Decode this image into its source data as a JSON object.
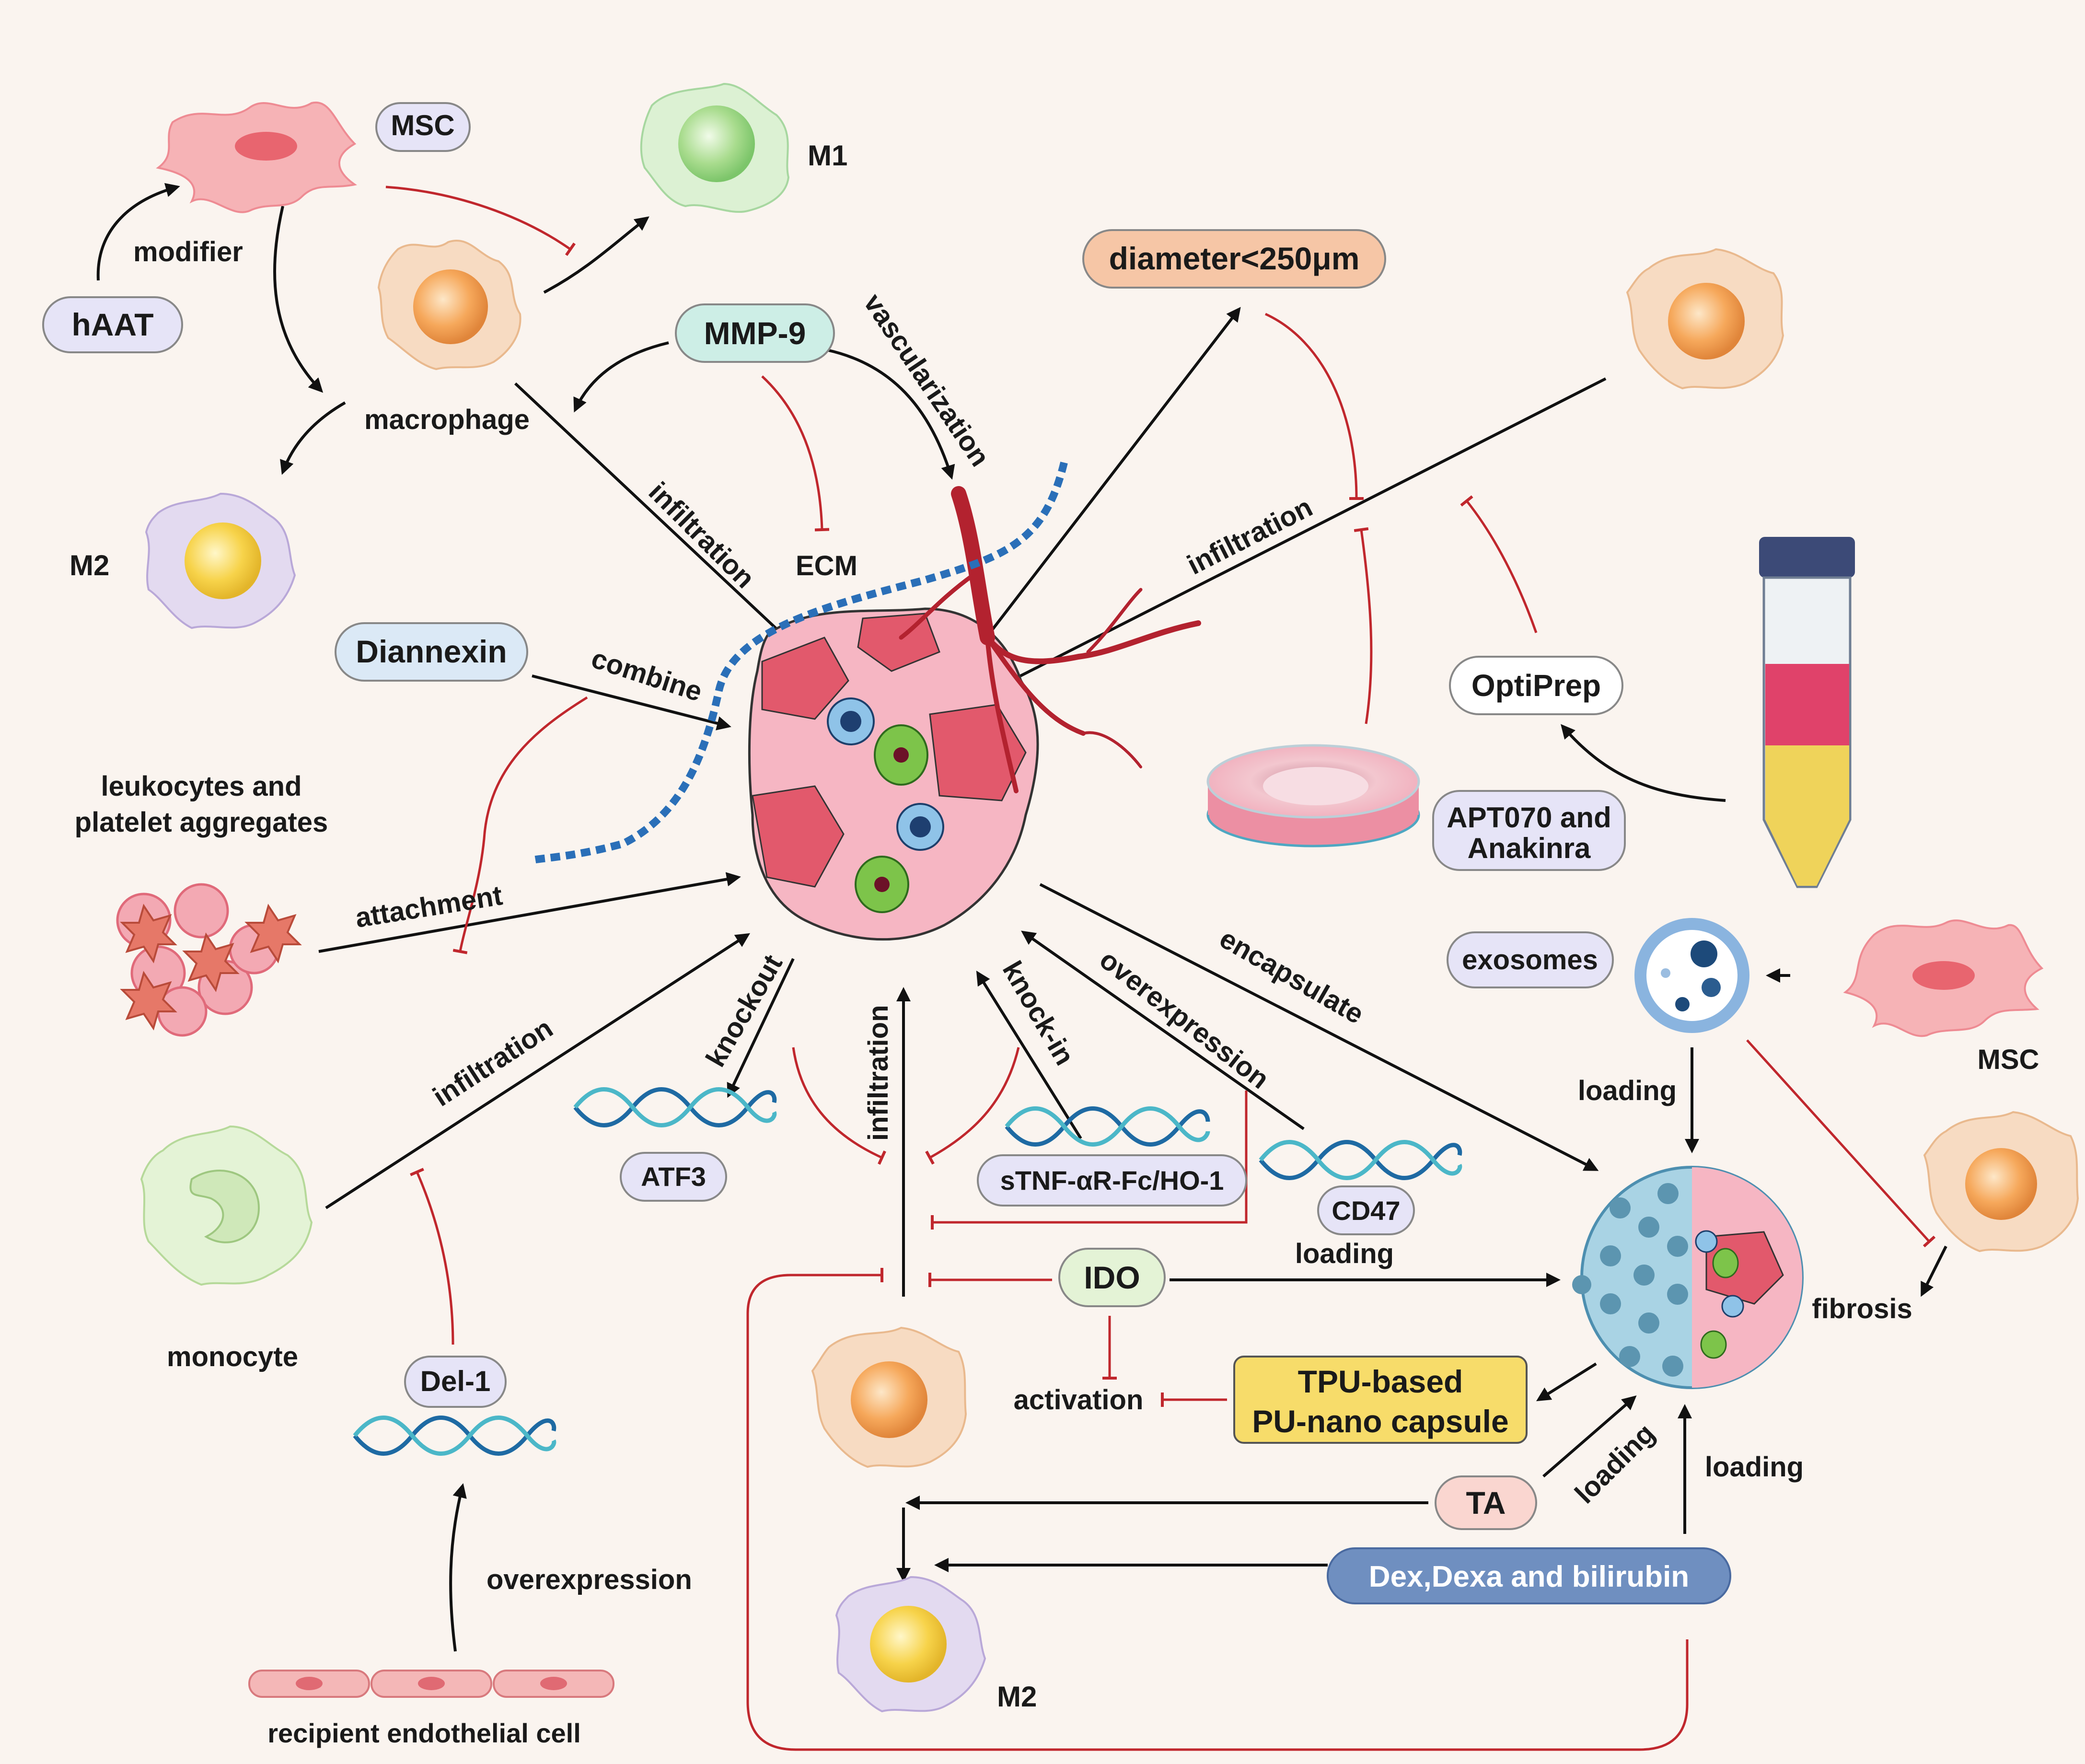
{
  "labels": {
    "modifier": "modifier",
    "macrophage": "macrophage",
    "m1": "M1",
    "m2_top": "M2",
    "m2_bottom": "M2",
    "msc_right": "MSC",
    "infiltration_macrophage": "infiltration",
    "ecm": "ECM",
    "vascularization": "vascularization",
    "combine": "combine",
    "leukocytes_line1": "leukocytes and",
    "leukocytes_line2": "platelet aggregates",
    "attachment": "attachment",
    "infiltration_monocyte": "infiltration",
    "monocyte": "monocyte",
    "overexpression_endothelial": "overexpression",
    "recipient_endothelial": "recipient endothelial cell",
    "knockout": "knockout",
    "infiltration_center": "infiltration",
    "knock_in": "knock-in",
    "overexpression_cd47": "overexpression",
    "encapsulate": "encapsulate",
    "infiltration_right": "infiltration",
    "loading_cd47": "loading",
    "loading_exosomes": "loading",
    "fibrosis": "fibrosis",
    "activation": "activation",
    "loading_ta": "loading",
    "loading_dex": "loading"
  },
  "pills": {
    "msc": "MSC",
    "haat": "hAAT",
    "mmp9": "MMP-9",
    "diannexin": "Diannexin",
    "diameter": "diameter<250μm",
    "optiprep": "OptiPrep",
    "apt070_line1": "APT070 and",
    "apt070_line2": "Anakinra",
    "exosomes": "exosomes",
    "atf3": "ATF3",
    "stnf": "sTNF-αR-Fc/HO-1",
    "cd47": "CD47",
    "ido": "IDO",
    "tpu_line1": "TPU-based",
    "tpu_line2": "PU-nano capsule",
    "ta": "TA",
    "dex": "Dex,Dexa and bilirubin",
    "del1": "Del-1"
  },
  "colors": {
    "background": "#faf4ef",
    "inhibition": "#c0272d",
    "arrow": "#111111",
    "msc_pill": "#e6e4f7",
    "mmp9_pill": "#cdeee6",
    "diannexin_pill": "#dbe9f6",
    "diameter_pill": "#f6c6a6",
    "ido_pill": "#e4f3d6",
    "tpu_pill": "#f7dc6a",
    "ta_pill": "#fad6d0",
    "dex_pill": "#6f8fc0"
  }
}
